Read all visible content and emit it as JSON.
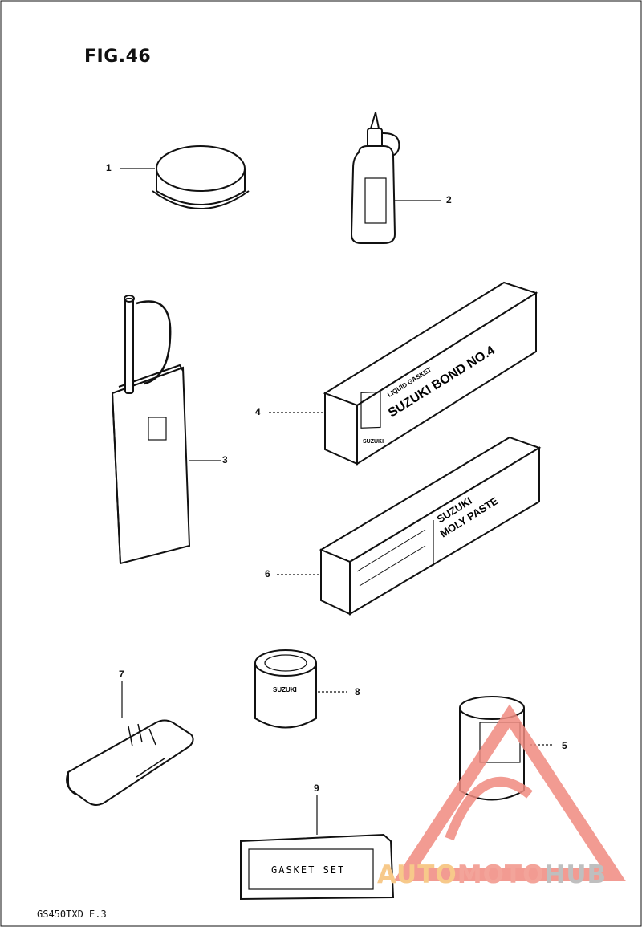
{
  "figure": {
    "title": "FIG.46",
    "code": "GS450TXD E.3"
  },
  "callouts": [
    {
      "num": "1"
    },
    {
      "num": "2"
    },
    {
      "num": "3"
    },
    {
      "num": "4"
    },
    {
      "num": "5"
    },
    {
      "num": "6"
    },
    {
      "num": "7"
    },
    {
      "num": "8"
    },
    {
      "num": "9"
    }
  ],
  "labels": {
    "bond_top": "LIQUID GASKET",
    "bond_main": "SUZUKI BOND NO.4",
    "moly_main": "SUZUKI",
    "moly_sub": "MOLY PASTE",
    "can_label": "SUZUKI",
    "gasket_set": "GASKET SET",
    "brand_mark": "SUZUKI"
  },
  "watermark": {
    "part1": "AUTO",
    "part2": "MOTO",
    "part3": "HUB"
  },
  "colors": {
    "ink": "#111111",
    "watermark_red": "#f08a80",
    "watermark_orange": "#f7c98a",
    "watermark_grey": "#bfbfbf"
  }
}
